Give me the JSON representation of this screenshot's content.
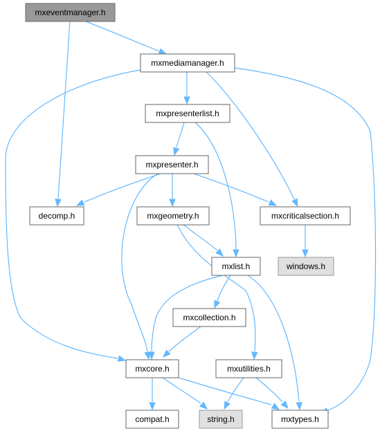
{
  "colors": {
    "edge": "#63b8ff",
    "node_fill": "#ffffff",
    "node_border": "#666666",
    "root_fill": "#999999",
    "root_border": "#666666",
    "system_fill": "#e0e0e0",
    "system_border": "#999999"
  },
  "nodes": {
    "mxeventmanager_h": {
      "label": "mxeventmanager.h",
      "kind": "root"
    },
    "mxmediamanager_h": {
      "label": "mxmediamanager.h",
      "kind": "file"
    },
    "mxpresenterlist_h": {
      "label": "mxpresenterlist.h",
      "kind": "file"
    },
    "mxpresenter_h": {
      "label": "mxpresenter.h",
      "kind": "file"
    },
    "decomp_h": {
      "label": "decomp.h",
      "kind": "file"
    },
    "mxgeometry_h": {
      "label": "mxgeometry.h",
      "kind": "file"
    },
    "mxcriticalsection_h": {
      "label": "mxcriticalsection.h",
      "kind": "file"
    },
    "mxlist_h": {
      "label": "mxlist.h",
      "kind": "file"
    },
    "windows_h": {
      "label": "windows.h",
      "kind": "system"
    },
    "mxcollection_h": {
      "label": "mxcollection.h",
      "kind": "file"
    },
    "mxcore_h": {
      "label": "mxcore.h",
      "kind": "file"
    },
    "mxutilities_h": {
      "label": "mxutilities.h",
      "kind": "file"
    },
    "compat_h": {
      "label": "compat.h",
      "kind": "file"
    },
    "string_h": {
      "label": "string.h",
      "kind": "system"
    },
    "mxtypes_h": {
      "label": "mxtypes.h",
      "kind": "file"
    }
  },
  "edges": [
    {
      "from": "mxeventmanager_h",
      "to": "mxmediamanager_h"
    },
    {
      "from": "mxeventmanager_h",
      "to": "decomp_h"
    },
    {
      "from": "mxmediamanager_h",
      "to": "mxpresenterlist_h"
    },
    {
      "from": "mxmediamanager_h",
      "to": "mxcriticalsection_h"
    },
    {
      "from": "mxmediamanager_h",
      "to": "mxcore_h"
    },
    {
      "from": "mxmediamanager_h",
      "to": "mxtypes_h"
    },
    {
      "from": "mxpresenterlist_h",
      "to": "mxpresenter_h"
    },
    {
      "from": "mxpresenterlist_h",
      "to": "mxlist_h"
    },
    {
      "from": "mxpresenter_h",
      "to": "decomp_h"
    },
    {
      "from": "mxpresenter_h",
      "to": "mxgeometry_h"
    },
    {
      "from": "mxpresenter_h",
      "to": "mxcriticalsection_h"
    },
    {
      "from": "mxpresenter_h",
      "to": "mxcore_h"
    },
    {
      "from": "mxgeometry_h",
      "to": "mxlist_h"
    },
    {
      "from": "mxgeometry_h",
      "to": "mxutilities_h"
    },
    {
      "from": "mxcriticalsection_h",
      "to": "windows_h"
    },
    {
      "from": "mxlist_h",
      "to": "mxcollection_h"
    },
    {
      "from": "mxlist_h",
      "to": "mxcore_h"
    },
    {
      "from": "mxlist_h",
      "to": "mxtypes_h"
    },
    {
      "from": "mxcollection_h",
      "to": "mxcore_h"
    },
    {
      "from": "mxcore_h",
      "to": "compat_h"
    },
    {
      "from": "mxcore_h",
      "to": "string_h"
    },
    {
      "from": "mxcore_h",
      "to": "mxtypes_h"
    },
    {
      "from": "mxutilities_h",
      "to": "string_h"
    },
    {
      "from": "mxutilities_h",
      "to": "mxtypes_h"
    }
  ]
}
